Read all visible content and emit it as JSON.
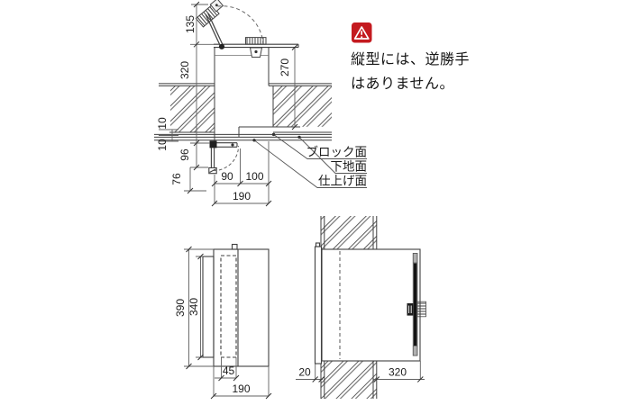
{
  "warning": {
    "icon": "warning-triangle-icon",
    "icon_bg": "#c41a1f",
    "text_line1": "縦型には、逆勝手",
    "text_line2": "はありません。"
  },
  "annotations": {
    "block_face": "ブロック面",
    "base_face": "下地面",
    "finish_face": "仕上げ面"
  },
  "plan_view": {
    "dims": {
      "d135": "135",
      "d320": "320",
      "d270": "270",
      "d10_a": "10",
      "d10_b": "10",
      "d96": "96",
      "d76": "76",
      "d90": "90",
      "d100": "100",
      "d190": "190"
    }
  },
  "front_view": {
    "dims": {
      "d390": "390",
      "d340": "340",
      "d45": "45",
      "d190": "190"
    }
  },
  "side_view": {
    "dims": {
      "d20": "20",
      "d320": "320"
    }
  }
}
